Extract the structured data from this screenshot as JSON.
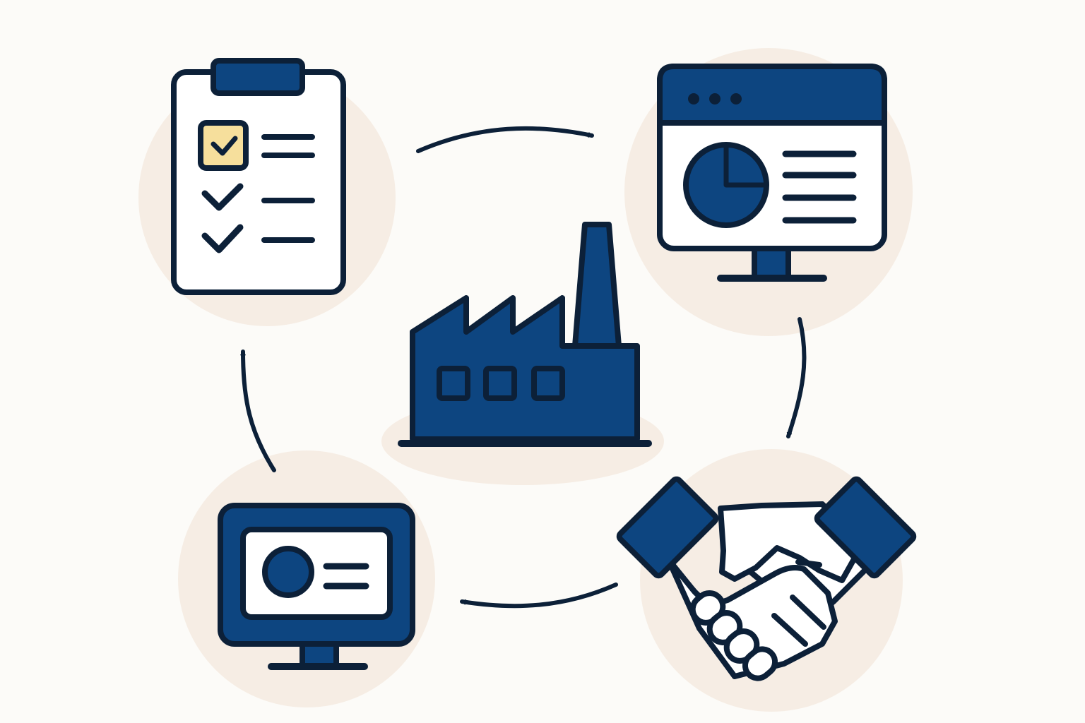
{
  "colors": {
    "background": "#fcfbf8",
    "circle": "#f6ede4",
    "navy": "#0d4580",
    "outline": "#0c2038",
    "paper": "#ffffff",
    "highlight": "#f6df9c"
  },
  "diagram": {
    "nodes": [
      {
        "id": "checklist",
        "icon": "clipboard-checklist-icon"
      },
      {
        "id": "analytics",
        "icon": "monitor-dashboard-icon"
      },
      {
        "id": "deal",
        "icon": "handshake-icon"
      },
      {
        "id": "profile",
        "icon": "monitor-profile-icon"
      }
    ],
    "center": {
      "id": "factory",
      "icon": "factory-icon"
    },
    "arrows": [
      {
        "from": "checklist",
        "to": "analytics"
      },
      {
        "from": "analytics",
        "to": "deal"
      },
      {
        "from": "deal",
        "to": "profile"
      },
      {
        "from": "profile",
        "to": "checklist"
      }
    ]
  }
}
